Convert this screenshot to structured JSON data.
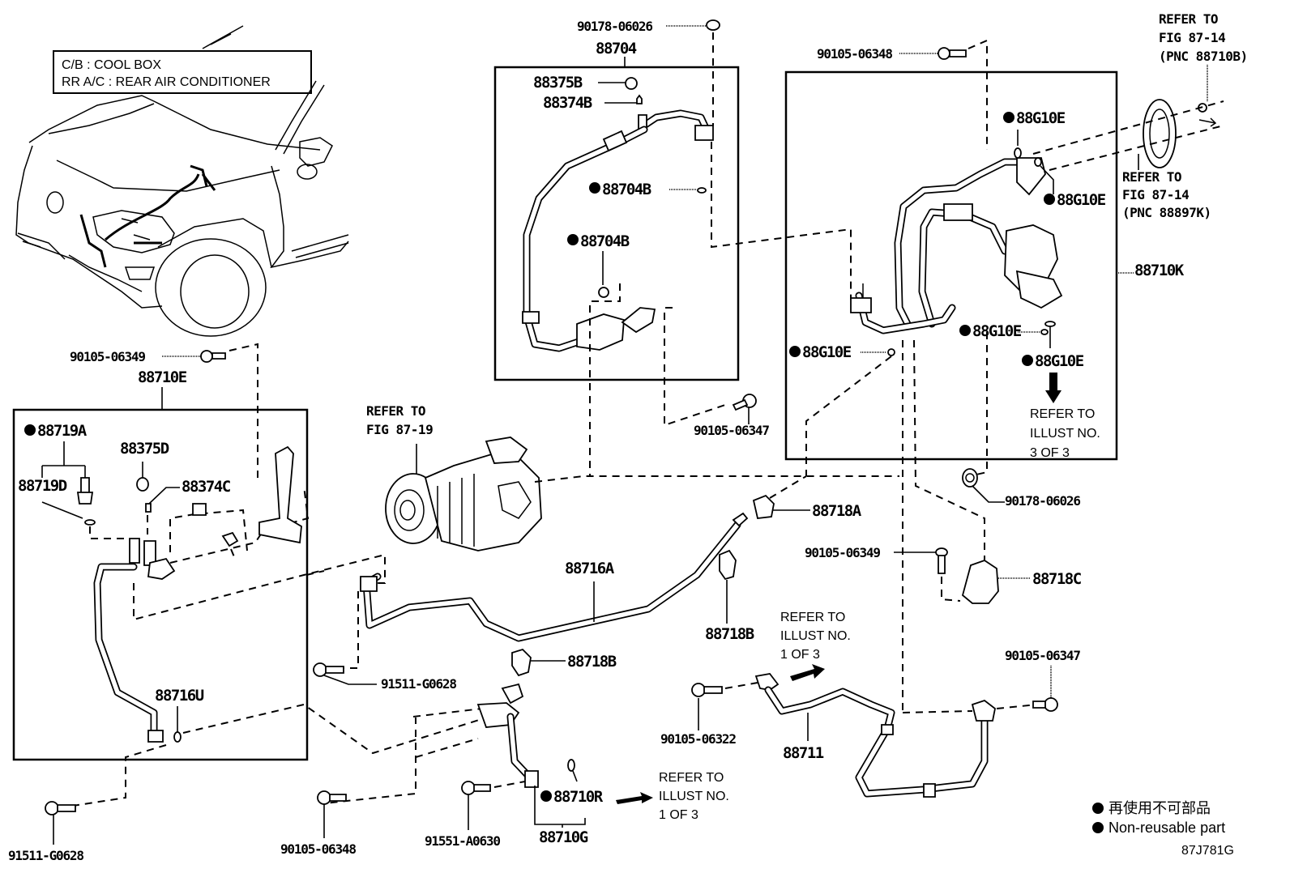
{
  "legend_box": {
    "line1": "C/B  :  COOL BOX",
    "line2": "RR A/C  :  REAR AIR CONDITIONER"
  },
  "non_reusable_mark": "●",
  "labels": {
    "p90178_06026_top": "90178-06026",
    "p88704": "88704",
    "p88375B": "88375B",
    "p88374B": "88374B",
    "p88704B_1": "88704B",
    "p88704B_2": "88704B",
    "p90105_06347_mid": "90105-06347",
    "p90105_06348_top": "90105-06348",
    "p88G10E_1": "88G10E",
    "p88G10E_2": "88G10E",
    "p88G10E_3": "88G10E",
    "p88G10E_4": "88G10E",
    "p88G10E_5": "88G10E",
    "p88710K": "88710K",
    "p90178_06026_right": "90178-06026",
    "p90105_06349_left": "90105-06349",
    "p88710E": "88710E",
    "p88719A": "88719A",
    "p88375D": "88375D",
    "p88719D": "88719D",
    "p88374C": "88374C",
    "p88716U": "88716U",
    "p91511_G0628_bottom": "91511-G0628",
    "p91511_G0628_mid": "91511-G0628",
    "p88716A": "88716A",
    "p88718A": "88718A",
    "p88718B_1": "88718B",
    "p88718B_2": "88718B",
    "p90105_06349_right": "90105-06349",
    "p88718C": "88718C",
    "p90105_06348_bottom": "90105-06348",
    "p91551_A0630": "91551-A0630",
    "p88710R": "88710R",
    "p88710G": "88710G",
    "p90105_06322": "90105-06322",
    "p88711": "88711",
    "p90105_06347_bottom": "90105-06347"
  },
  "references": {
    "fig_87_14_a": [
      "REFER TO",
      "FIG 87-14",
      "(PNC 88710B)"
    ],
    "fig_87_14_b": [
      "REFER TO",
      "FIG 87-14",
      "(PNC 88897K)"
    ],
    "fig_87_19": [
      "REFER TO",
      "FIG 87-19"
    ],
    "illust_3_of_3": [
      "REFER TO",
      "ILLUST NO.",
      "3 OF 3"
    ],
    "illust_1_of_3_a": [
      "REFER TO",
      "ILLUST NO.",
      "1 OF 3"
    ],
    "illust_1_of_3_b": [
      "REFER TO",
      "ILLUST NO.",
      "1 OF 3"
    ]
  },
  "legend": {
    "japanese": "再使用不可部品",
    "english": "Non-reusable part"
  },
  "illustration_code": "87J781G"
}
